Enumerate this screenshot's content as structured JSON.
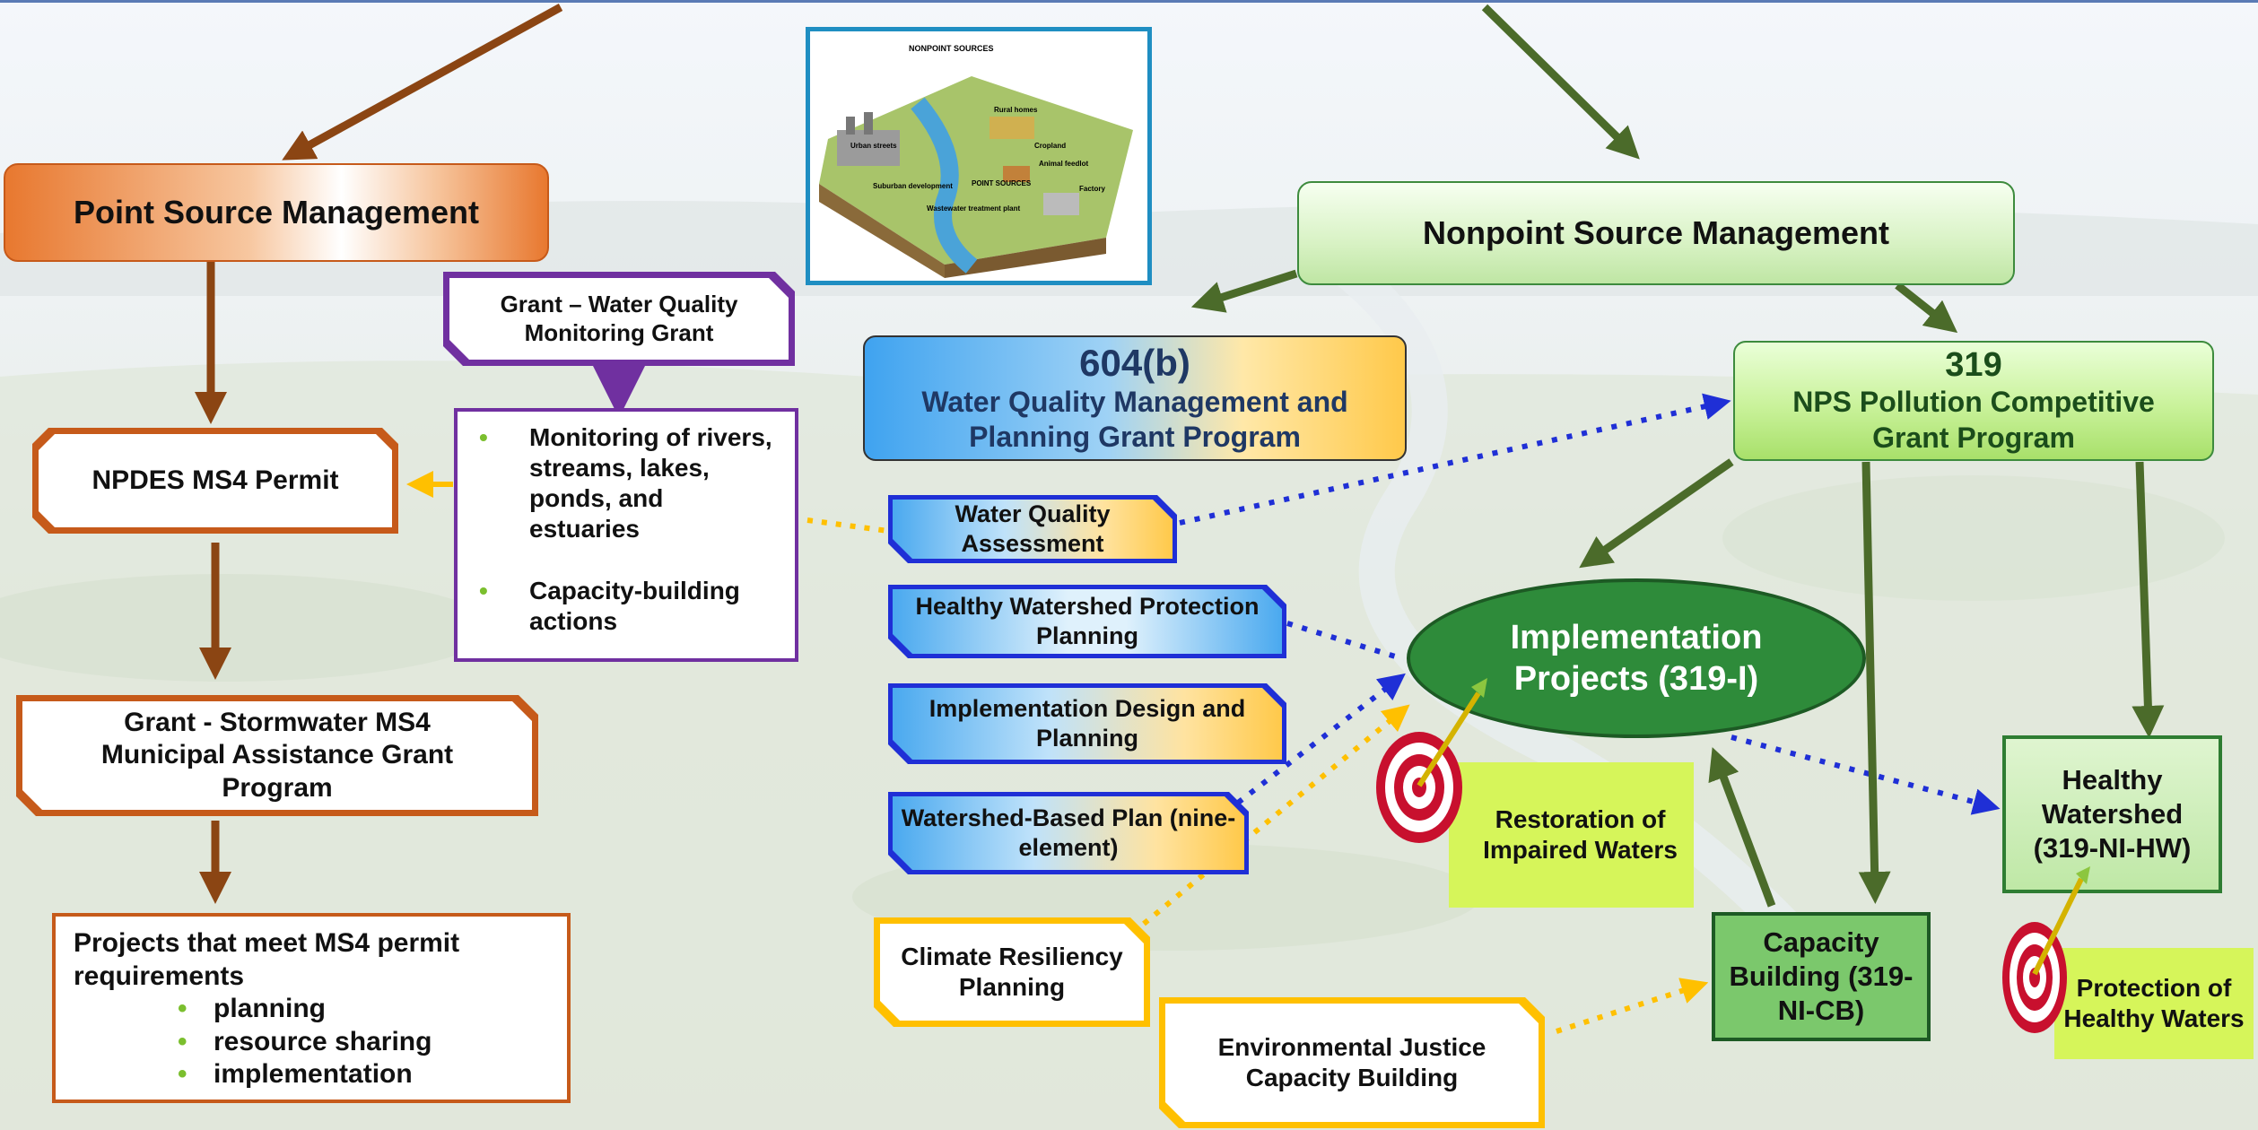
{
  "point_source": {
    "title": "Point Source Management",
    "npdes": "NPDES MS4 Permit",
    "grant_stormwater": "Grant - Stormwater MS4 Municipal Assistance Grant Program",
    "projects_heading": "Projects that meet MS4 permit requirements",
    "projects_items": [
      "planning",
      "resource sharing",
      "implementation"
    ]
  },
  "monitoring": {
    "grant_title": "Grant – Water Quality Monitoring Grant",
    "items": [
      "Monitoring of rivers, streams, lakes, ponds, and estuaries",
      "Capacity-building actions"
    ]
  },
  "image_labels": {
    "nonpoint_sources": "NONPOINT SOURCES",
    "point_sources": "POINT SOURCES",
    "rural_homes": "Rural homes",
    "cropland": "Cropland",
    "urban_streets": "Urban streets",
    "animal_feedlot": "Animal feedlot",
    "suburban": "Suburban development",
    "factory": "Factory",
    "wastewater": "Wastewater treatment plant"
  },
  "program_604b": {
    "number": "604(b)",
    "name": "Water Quality Management and Planning Grant Program"
  },
  "activities": {
    "wq_assessment": "Water Quality Assessment",
    "healthy_watershed_planning": "Healthy Watershed Protection Planning",
    "implementation_design": "Implementation Design and Planning",
    "watershed_plan": "Watershed-Based Plan (nine-element)",
    "climate": "Climate Resiliency Planning",
    "env_justice": "Environmental Justice Capacity Building"
  },
  "nonpoint": {
    "title": "Nonpoint Source Management",
    "program_number": "319",
    "program_name": "NPS Pollution Competitive Grant Program",
    "implementation": "Implementation Projects (319-I)",
    "restoration": "Restoration of Impaired Waters",
    "healthy_watershed": "Healthy Watershed (319-NI-HW)",
    "capacity": "Capacity Building (319-NI-CB)",
    "protection": "Protection of Healthy Waters"
  },
  "colors": {
    "orange": "#c65a1a",
    "brown_arrow": "#8b4513",
    "purple": "#7030a0",
    "blue": "#1f2fd6",
    "gold": "#ffc000",
    "green_dark": "#2e7d32",
    "green_arrow": "#4b6b2a",
    "lime": "#d6f55a"
  },
  "icons": [
    "target-icon",
    "dart-icon",
    "bullet-icon"
  ]
}
